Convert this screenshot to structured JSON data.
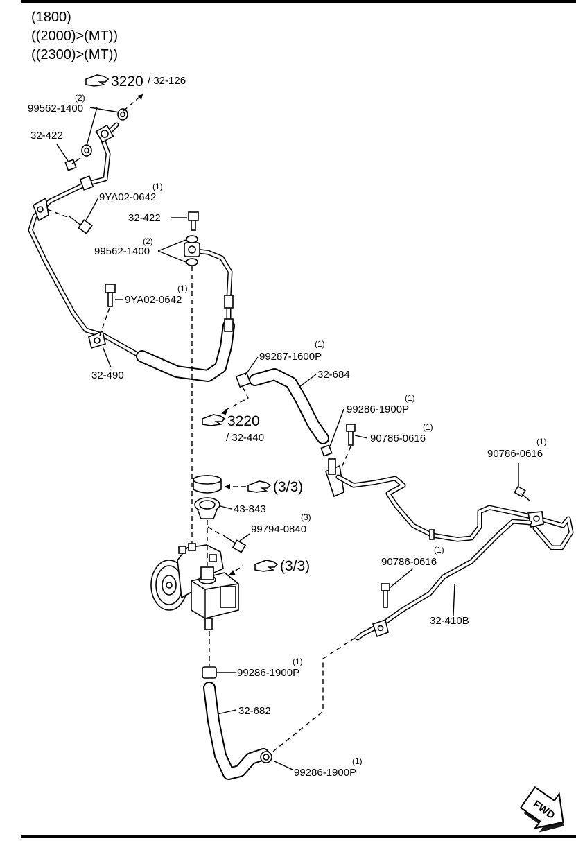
{
  "header": {
    "line1": "(1800)",
    "line2": "((2000)>(MT))",
    "line3": "((2300)>(MT))"
  },
  "refs": {
    "ref_top_num": "3220",
    "ref_top_sub": "/ 32-126",
    "ref_mid_num": "3220",
    "ref_mid_sub": "/ 32-440",
    "ref_cap": "(3/3)",
    "ref_pump": "(3/3)"
  },
  "labels": {
    "washer_top": "99562-1400",
    "washer_top_qty": "(2)",
    "bolt_top": "32-422",
    "bolt_bracket": "9YA02-0642",
    "bolt_bracket_qty": "(1)",
    "bolt_mid": "32-422",
    "washer_mid": "99562-1400",
    "washer_mid_qty": "(2)",
    "bolt_clamp": "9YA02-0642",
    "bolt_clamp_qty": "(1)",
    "pressure_line": "32-490",
    "clip_top": "99287-1600P",
    "clip_top_qty": "(1)",
    "hose_return": "32-684",
    "clip_return": "99286-1900P",
    "clip_return_qty": "(1)",
    "bolt_return": "90786-0616",
    "bolt_return_qty": "(1)",
    "bolt_cooler": "90786-0616",
    "bolt_cooler_qty": "(1)",
    "cap_seal": "43-843",
    "bolt_pump": "99794-0840",
    "bolt_pump_qty": "(3)",
    "bolt_pipe": "90786-0616",
    "bolt_pipe_qty": "(1)",
    "return_pipe": "32-410B",
    "clip_pump": "99286-1900P",
    "clip_pump_qty": "(1)",
    "hose_lower": "32-682",
    "clip_lower": "99286-1900P",
    "clip_lower_qty": "(1)",
    "fwd": "FWD"
  },
  "colors": {
    "ink": "#000000",
    "paper": "#ffffff"
  }
}
